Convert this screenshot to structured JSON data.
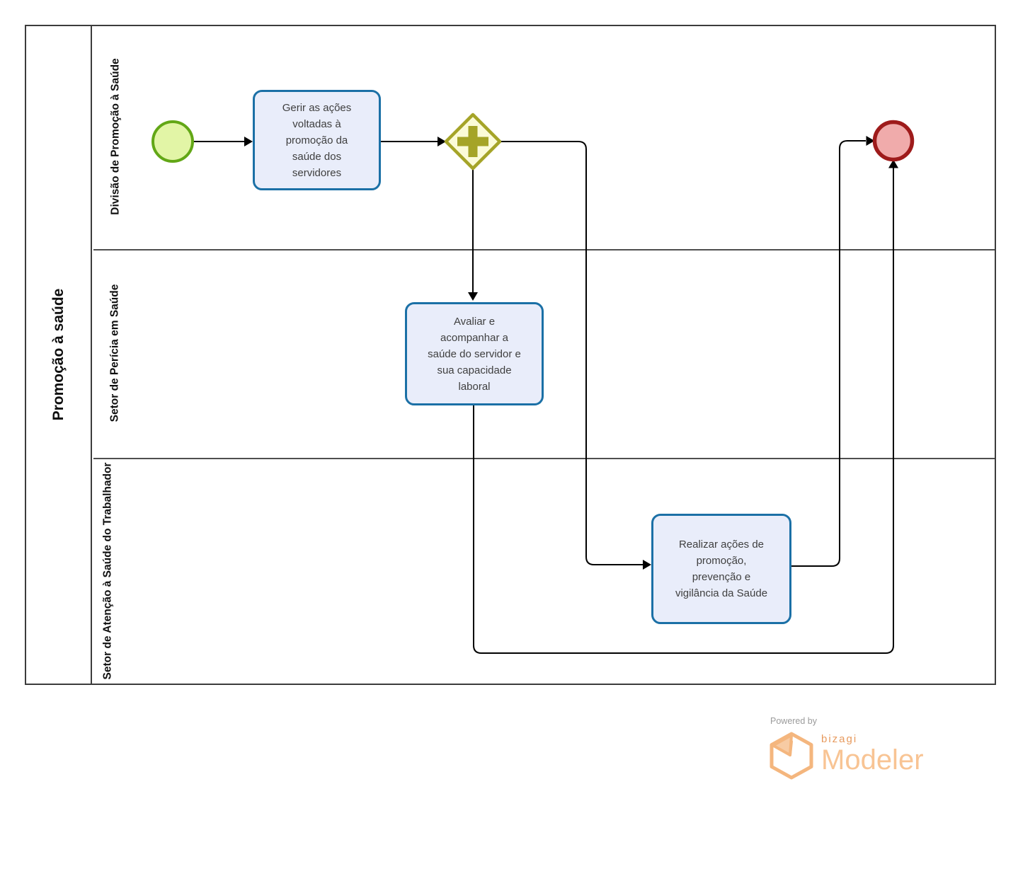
{
  "pool": {
    "label": "Promoção à saúde"
  },
  "lanes": [
    {
      "label": "Divisão de Promoção à Saúde"
    },
    {
      "label": "Setor de Perícia em Saúde"
    },
    {
      "label": "Setor de Atenção à Saúde do Trabalhador"
    }
  ],
  "tasks": [
    {
      "label": "Gerir as ações voltadas à promoção da saúde dos servidores"
    },
    {
      "label": "Avaliar e acompanhar a saúde do servidor e sua capacidade laboral"
    },
    {
      "label": "Realizar ações de promoção, prevenção e vigilância da Saúde"
    }
  ],
  "events": {
    "start": {
      "icon": "start-event-circle"
    },
    "end": {
      "icon": "end-event-circle"
    },
    "gateway": {
      "icon": "parallel-gateway-plus",
      "symbol": "+"
    }
  },
  "flows": [
    {
      "from": "start-event",
      "to": "task-gerir-acoes"
    },
    {
      "from": "task-gerir-acoes",
      "to": "parallel-gateway"
    },
    {
      "from": "parallel-gateway",
      "to": "task-avaliar-acompanhar"
    },
    {
      "from": "parallel-gateway",
      "to": "task-realizar-acoes"
    },
    {
      "from": "task-realizar-acoes",
      "to": "end-event"
    },
    {
      "from": "task-avaliar-acompanhar",
      "to": "end-event"
    }
  ],
  "branding": {
    "powered_by": "Powered by",
    "brand": "bizagi",
    "product": "Modeler"
  },
  "colors": {
    "pool_border": "#3c3c3c",
    "lane_border": "#4f4f4f",
    "task_fill": "#e9edfa",
    "task_border": "#1b70a6",
    "task_text": "#3f3f3f",
    "start_fill": "#e2f5a6",
    "start_border": "#62a716",
    "gateway_fill": "#fbfbd8",
    "gateway_border": "#a5a428",
    "end_fill": "#f0abab",
    "end_border": "#9e1b1b",
    "connector": "#000000",
    "brand_gray": "#9b9b9b",
    "brand_orange": "#e79a5e",
    "brand_orange_light": "#f8c494"
  }
}
